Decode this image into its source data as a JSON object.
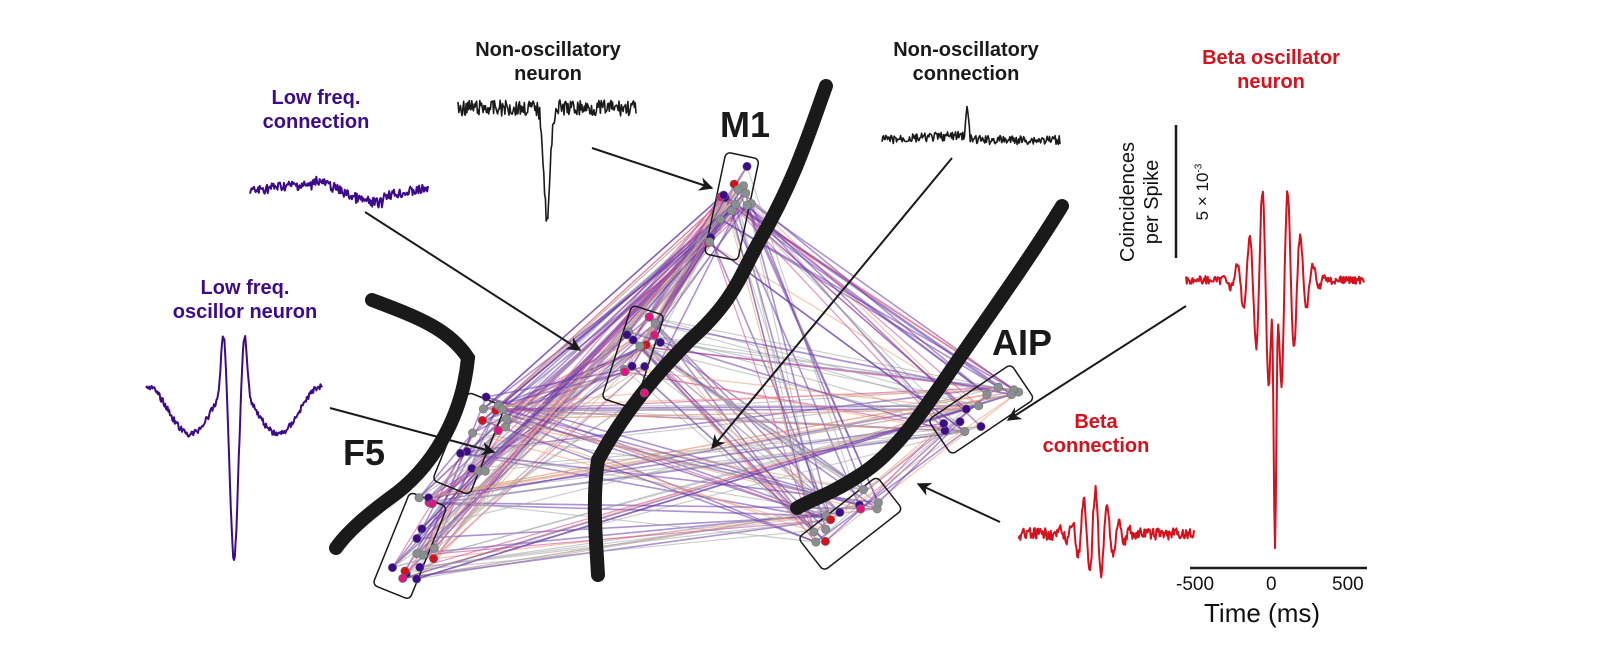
{
  "figure": {
    "regions": [
      {
        "id": "M1",
        "label": "M1"
      },
      {
        "id": "F5",
        "label": "F5"
      },
      {
        "id": "AIP",
        "label": "AIP"
      }
    ],
    "annotations": {
      "low_freq_connection": {
        "line1": "Low freq.",
        "line2": "connection",
        "color": "#3d0a8a"
      },
      "non_osc_neuron": {
        "line1": "Non-oscillatory",
        "line2": "neuron",
        "color": "#1a1a1a"
      },
      "non_osc_connection": {
        "line1": "Non-oscillatory",
        "line2": "connection",
        "color": "#1a1a1a"
      },
      "low_freq_neuron": {
        "line1": "Low freq.",
        "line2": "oscillor neuron",
        "color": "#3d0a8a"
      },
      "beta_neuron": {
        "line1": "Beta oscillator",
        "line2": "neuron",
        "color": "#d4121e"
      },
      "beta_connection": {
        "line1": "Beta",
        "line2": "connection",
        "color": "#d4121e"
      }
    },
    "scale_bar": {
      "ylabel_line1": "Coincidences",
      "ylabel_line2": "per Spike",
      "value_label": "5 × 10",
      "value_exponent": "-3",
      "xlabel": "Time (ms)",
      "xticks": [
        "-500",
        "0",
        "500"
      ],
      "xrange_ms": [
        -500,
        500
      ]
    },
    "node_colors": {
      "non_oscillatory": "#8a8f8f",
      "low_freq": "#3d0a8a",
      "beta": "#d4121e",
      "mixed": "#e0157f"
    },
    "edge_colors": {
      "non_oscillatory": "#a9abab",
      "low_freq": "#6a3aa8",
      "beta": "#f0a07a",
      "mixed": "#d04a9a"
    }
  }
}
